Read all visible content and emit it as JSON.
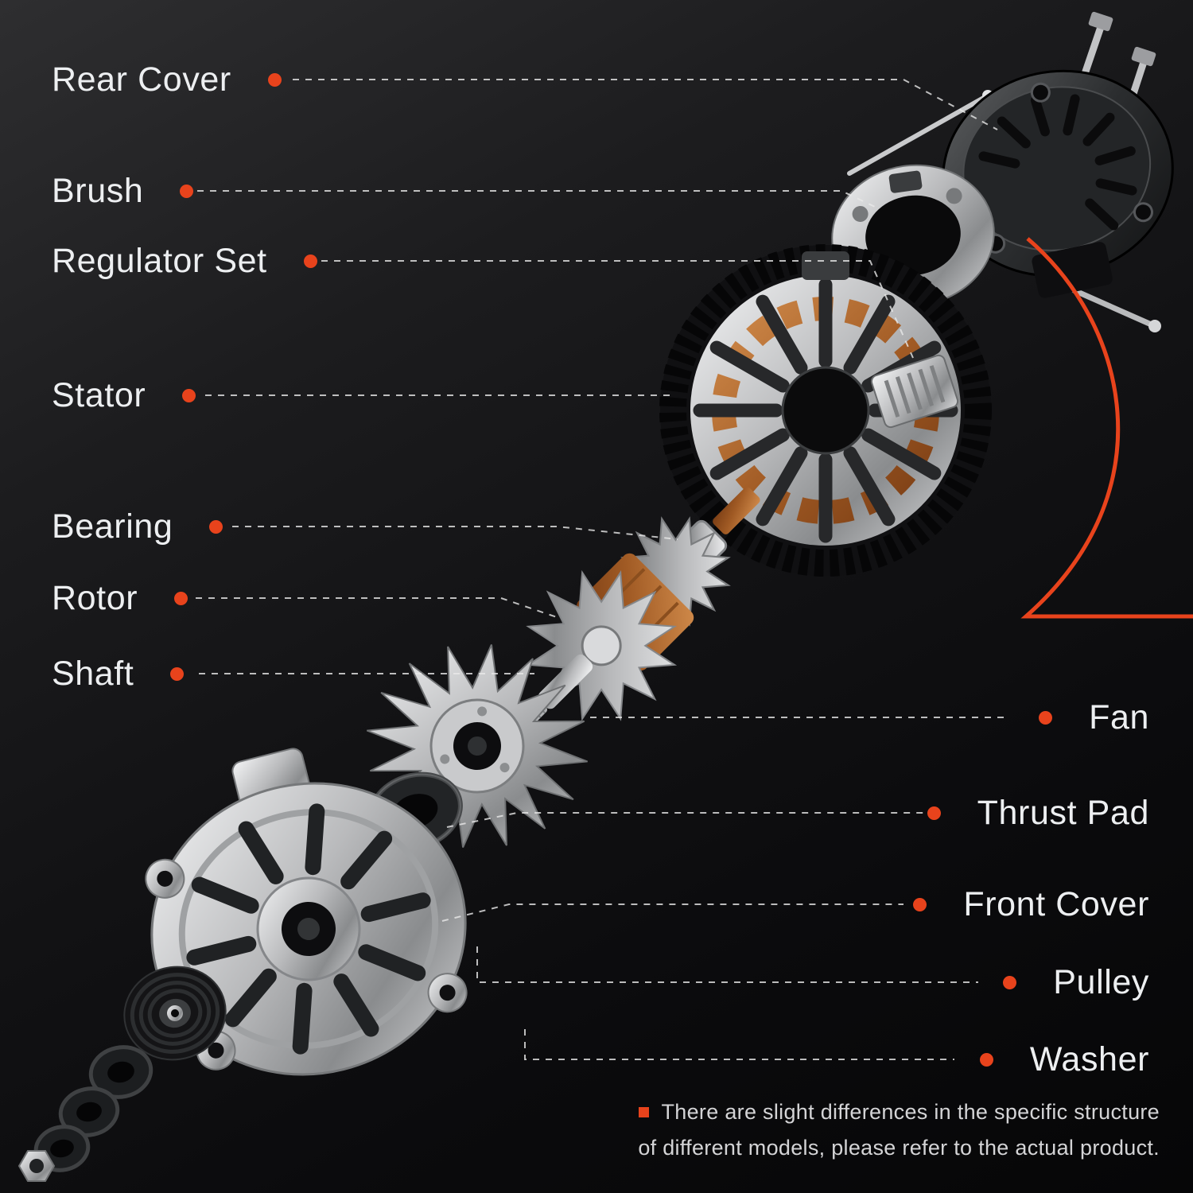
{
  "diagram": {
    "colors": {
      "accent": "#e8431c",
      "text": "#edeff1",
      "muted_text": "#d4d4d6",
      "leader_line": "#e9e9e9",
      "background_top": "#2e2e30",
      "background_bottom": "#060607"
    },
    "labels_left": [
      {
        "text": "Rear Cover"
      },
      {
        "text": "Brush"
      },
      {
        "text": "Regulator Set"
      },
      {
        "text": "Stator"
      },
      {
        "text": "Bearing"
      },
      {
        "text": "Rotor"
      },
      {
        "text": "Shaft"
      }
    ],
    "labels_right": [
      {
        "text": "Fan"
      },
      {
        "text": "Thrust Pad"
      },
      {
        "text": "Front Cover"
      },
      {
        "text": "Pulley"
      },
      {
        "text": "Washer"
      }
    ],
    "disclaimer": {
      "line1": "There are slight differences in the specific structure",
      "line2": "of different models, please refer to the actual product."
    }
  }
}
